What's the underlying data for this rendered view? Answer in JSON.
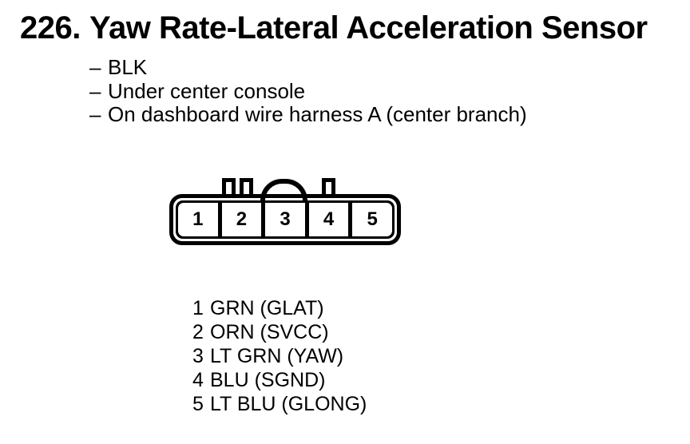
{
  "heading": {
    "number": "226.",
    "title": "Yaw Rate-Lateral Acceleration Sensor"
  },
  "ui": {
    "dash": "–"
  },
  "details": [
    "BLK",
    "Under center console",
    "On dashboard wire harness A (center branch)"
  ],
  "connector": {
    "cavities": [
      "1",
      "2",
      "3",
      "4",
      "5"
    ]
  },
  "pinout": [
    {
      "pin": "1",
      "wire": "GRN (GLAT)"
    },
    {
      "pin": "2",
      "wire": "ORN (SVCC)"
    },
    {
      "pin": "3",
      "wire": "LT GRN (YAW)"
    },
    {
      "pin": "4",
      "wire": "BLU (SGND)"
    },
    {
      "pin": "5",
      "wire": "LT BLU (GLONG)"
    }
  ]
}
